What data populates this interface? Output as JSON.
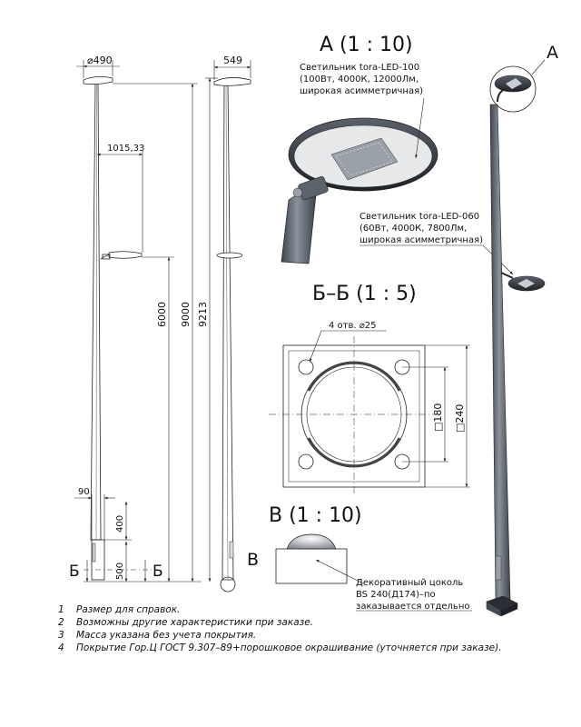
{
  "views": {
    "a": {
      "title": "А (1 : 10)",
      "callout": "А"
    },
    "bb": {
      "title": "Б–Б (1 : 5)"
    },
    "v": {
      "title": "В (1 : 10)",
      "callout": "В"
    }
  },
  "dimensions": {
    "d490": "⌀490",
    "d549": "549",
    "d1015": "1015,33",
    "d6000": "6000",
    "d9000": "9000",
    "d9213": "9213",
    "d90": "90",
    "d400": "400",
    "d500": "500",
    "holes": "4 отв. ⌀25",
    "sq180": "□180",
    "sq240": "□240"
  },
  "section_marks": {
    "left": "Б",
    "right": "Б"
  },
  "luminaire_100": {
    "line1": "Светильник tora-LED-100",
    "line2": "(100Вт, 4000К, 12000Лм,",
    "line3": "широкая асимметричная)"
  },
  "luminaire_060": {
    "line1": "Светильник tora-LED-060",
    "line2": "(60Вт, 4000К, 7800Лм,",
    "line3": "широкая асимметричная)"
  },
  "base": {
    "line1": "Декоративный цоколь",
    "line2": "BS 240(Д174)–по",
    "line3": "заказывается отдельно"
  },
  "notes": [
    {
      "num": "1",
      "text": "Размер для справок."
    },
    {
      "num": "2",
      "text": "Возможны другие характеристики при заказе."
    },
    {
      "num": "3",
      "text": "Масса указана без учета покрытия."
    },
    {
      "num": "4",
      "text": "Покрытие Гор.Ц ГОСТ 9.307–89+порошковое окрашивание (уточняется при заказе)."
    }
  ],
  "colors": {
    "line": "#222222",
    "pole": "#6e7580",
    "pole_dark": "#3d434b",
    "shade": "#2b2f35"
  }
}
